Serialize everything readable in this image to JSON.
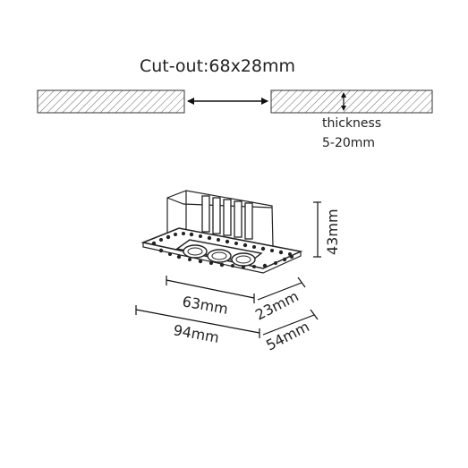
{
  "cutout": {
    "label": "Cut-out:68x28mm"
  },
  "thickness": {
    "label": "thickness",
    "range": "5-20mm"
  },
  "dimensions": {
    "height": "43mm",
    "inner_length": "63mm",
    "inner_width": "23mm",
    "outer_length": "94mm",
    "outer_width": "54mm"
  }
}
